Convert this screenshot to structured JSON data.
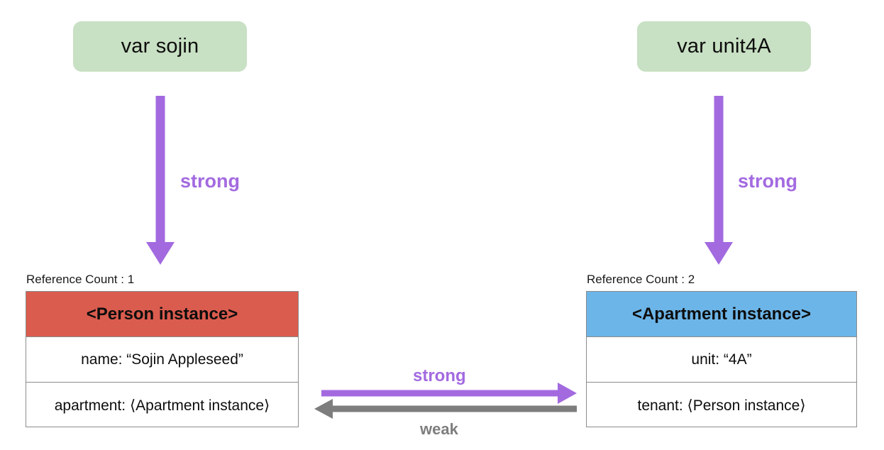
{
  "diagram": {
    "title": "ARC strong/weak reference diagram",
    "colors": {
      "variable_box": "#c8e0c3",
      "strong_arrow": "#a36ae0",
      "weak_arrow": "#7d7d7d",
      "person_header": "#da5c4e",
      "apartment_header": "#6cb5e8",
      "table_border": "#8c8c8c",
      "background": "#ffffff"
    },
    "variables": [
      {
        "id": "sojin",
        "label": "var sojin"
      },
      {
        "id": "unit4a",
        "label": "var unit4A"
      }
    ],
    "vertical_arrows": [
      {
        "id": "sojin-to-person",
        "label": "strong",
        "direction": "down",
        "kind": "strong"
      },
      {
        "id": "unit4a-to-apartment",
        "label": "strong",
        "direction": "down",
        "kind": "strong"
      }
    ],
    "instances": [
      {
        "id": "person",
        "ref_count_text": "Reference Count : 1",
        "ref_count": 1,
        "header": "<Person instance>",
        "rows": [
          "name: “Sojin Appleseed”",
          "apartment: ⟨Apartment instance⟩"
        ]
      },
      {
        "id": "apartment",
        "ref_count_text": "Reference Count : 2",
        "ref_count": 2,
        "header": "<Apartment instance>",
        "rows": [
          "unit: “4A”",
          "tenant: ⟨Person instance⟩"
        ]
      }
    ],
    "relations": [
      {
        "id": "person-to-apartment",
        "label": "strong",
        "direction": "right",
        "kind": "strong"
      },
      {
        "id": "apartment-to-person",
        "label": "weak",
        "direction": "left",
        "kind": "weak"
      }
    ]
  }
}
